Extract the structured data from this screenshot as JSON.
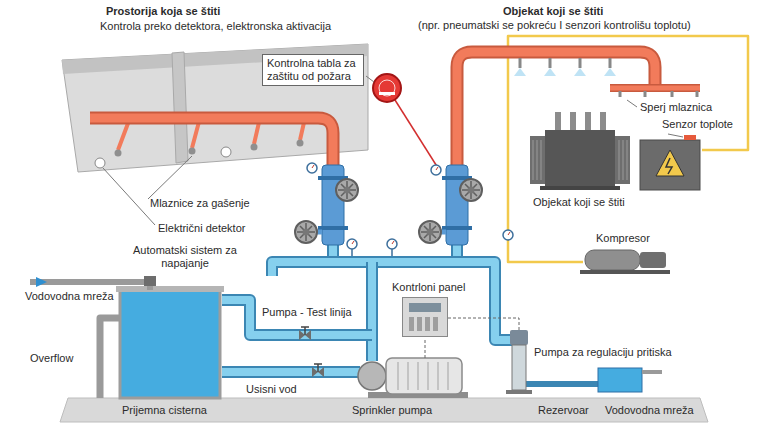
{
  "diagram": {
    "nodes": [
      {
        "text": [
          "Kontrolna tabla za zaštitu od požara"
        ]
      },
      {
        "text": [
          "Kontrloni panel"
        ]
      }
    ],
    "labels": [
      "Prostorija koja se štiti",
      "Kontrola preko detektora, elektronska aktivacija",
      "Objekat koji se štiti",
      "(npr. pneumatski se pokreću I senzori kontrolišu toplotu)",
      "Mlaznice za gašenje",
      "Električni detektor",
      "Sperj mlaznica",
      "Senzor toplote",
      "Objekat koji se štiti",
      "Kompresor",
      "Automatski sistem za napajanje",
      "Vodovodna mreža",
      "Overflow",
      "Pumpa - Test linija",
      "Usisni vod",
      "Prijemna cisterna",
      "Sprinkler pumpa",
      "Pumpa za regulaciju pritiska",
      "Rezervoar",
      "Vodovodna mreža"
    ]
  }
}
